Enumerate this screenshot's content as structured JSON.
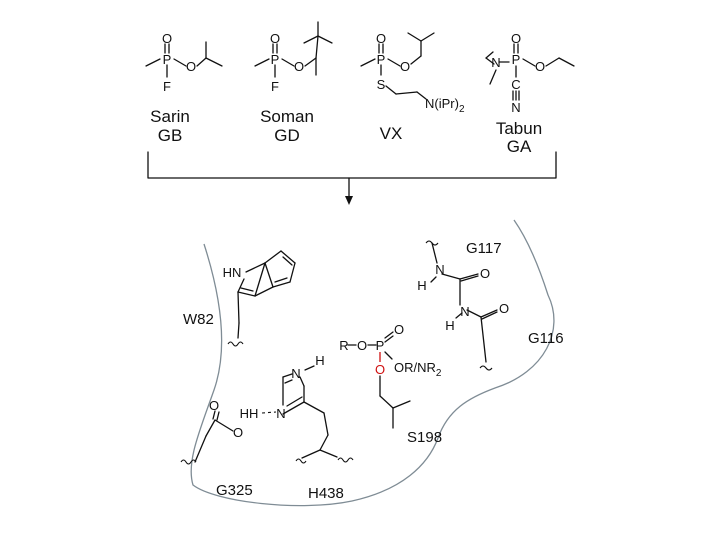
{
  "agents": [
    {
      "name": "Sarin",
      "code": "GB"
    },
    {
      "name": "Soman",
      "code": "GD"
    },
    {
      "name": "VX",
      "code": ""
    },
    {
      "name": "Tabun",
      "code": "GA"
    }
  ],
  "atoms": {
    "O": "O",
    "P": "P",
    "F": "F",
    "S": "S",
    "N": "N",
    "C": "C",
    "H": "H",
    "HN": "HN",
    "HH": "H",
    "R": "R",
    "O_ser": "O",
    "or_nr": "OR/NR",
    "sub2": "2",
    "niPr": "N(iPr)",
    "r_dash": "R"
  },
  "residues": {
    "w82": "W82",
    "g117": "G117",
    "g116": "G116",
    "s198": "S198",
    "g325": "G325",
    "h438": "H438"
  },
  "colors": {
    "pocket": "#7f8c95",
    "serine_oxygen": "#d01010",
    "ink": "#111111"
  }
}
